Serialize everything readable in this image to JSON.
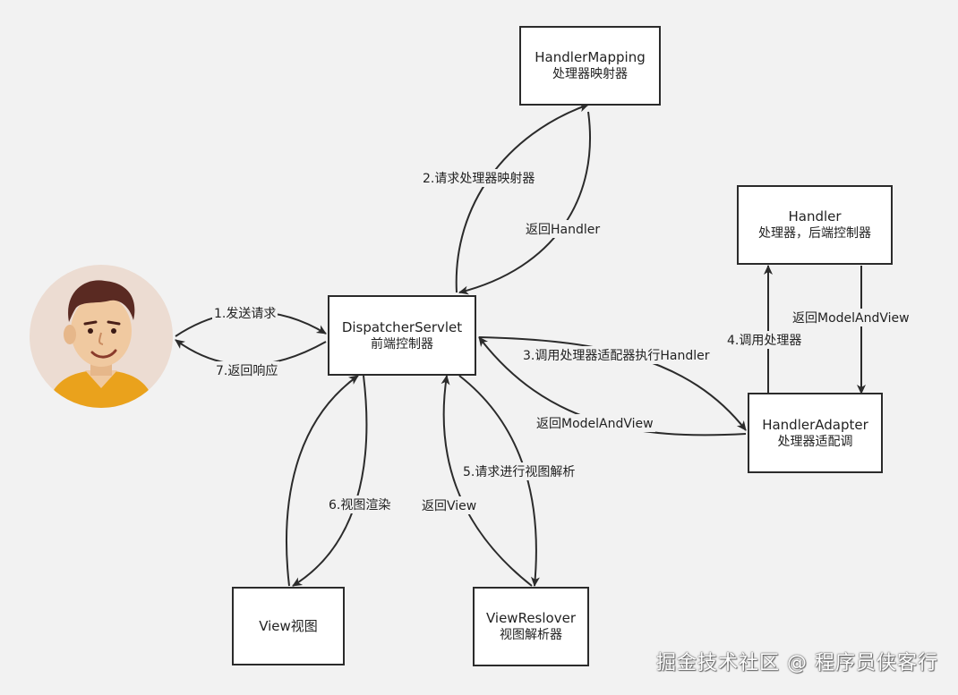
{
  "nodes": {
    "handler_mapping": {
      "line1": "HandlerMapping",
      "line2": "处理器映射器"
    },
    "handler": {
      "line1": "Handler",
      "line2": "处理器，后端控制器"
    },
    "dispatcher": {
      "line1": "DispatcherServlet",
      "line2": "前端控制器"
    },
    "handler_adapter": {
      "line1": "HandlerAdapter",
      "line2": "处理器适配调"
    },
    "view": {
      "line1": "View视图"
    },
    "view_resolver": {
      "line1": "ViewReslover",
      "line2": "视图解析器"
    }
  },
  "edges": {
    "e1": "1.发送请求",
    "e7": "7.返回响应",
    "e2": "2.请求处理器映射器",
    "e2r": "返回Handler",
    "e3": "3.调用处理器适配器执行Handler",
    "e3r": "返回ModelAndView",
    "e4": "4.调用处理器",
    "e4r": "返回ModelAndView",
    "e5": "5.请求进行视图解析",
    "e5r": "返回View",
    "e6": "6.视图渲染"
  },
  "watermark": "掘金技术社区 @ 程序员侠客行",
  "colors": {
    "background": "#f2f2f2",
    "stroke": "#2b2b2b",
    "skin": "#f0c9a0",
    "hair": "#5a2a22",
    "shirt": "#eaa21c"
  }
}
